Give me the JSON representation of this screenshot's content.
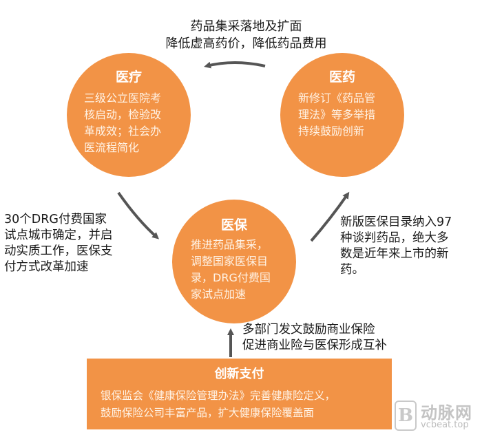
{
  "top_caption": {
    "lines": [
      "药品集采落地及扩面",
      "降低虚高药价，降低药品费用"
    ]
  },
  "circles": {
    "medical": {
      "title": "医疗",
      "lines": [
        "三级公立医院考",
        "核启动，检验改",
        "革成效；社会办",
        "医流程简化"
      ]
    },
    "pharma": {
      "title": "医药",
      "lines": [
        "新修订《药品管",
        "理法》等多举措",
        "持续鼓励创新"
      ]
    },
    "insurance": {
      "title": "医保",
      "lines": [
        "推进药品集采，",
        "调整国家医保目",
        "录，DRG付费国",
        "家试点加速"
      ]
    }
  },
  "left_caption": {
    "lines": [
      "30个DRG付费国家",
      "试点城市确定，并启",
      "动实质工作，医保支",
      "付方式改革加速"
    ]
  },
  "right_caption": {
    "lines": [
      "新版医保目录纳入97",
      "种谈判药品，绝大多",
      "数是近年来上市的新",
      "药。"
    ]
  },
  "bottom_caption": {
    "lines": [
      "多部门发文鼓励商业保险",
      "促进商业险与医保形成互补"
    ]
  },
  "innovation_box": {
    "title": "创新支付",
    "lines": [
      "银保监会《健康保险管理办法》完善健康险定义，",
      "鼓励保险公司丰富产品，扩大健康保险覆盖面"
    ]
  },
  "watermark": {
    "logo_glyph": "B",
    "brand": "动脉网",
    "url": "vcbeat.top"
  },
  "colors": {
    "accent_orange": "#f29346",
    "arrow_gray": "#555555",
    "text_dark": "#1a1a1a"
  }
}
